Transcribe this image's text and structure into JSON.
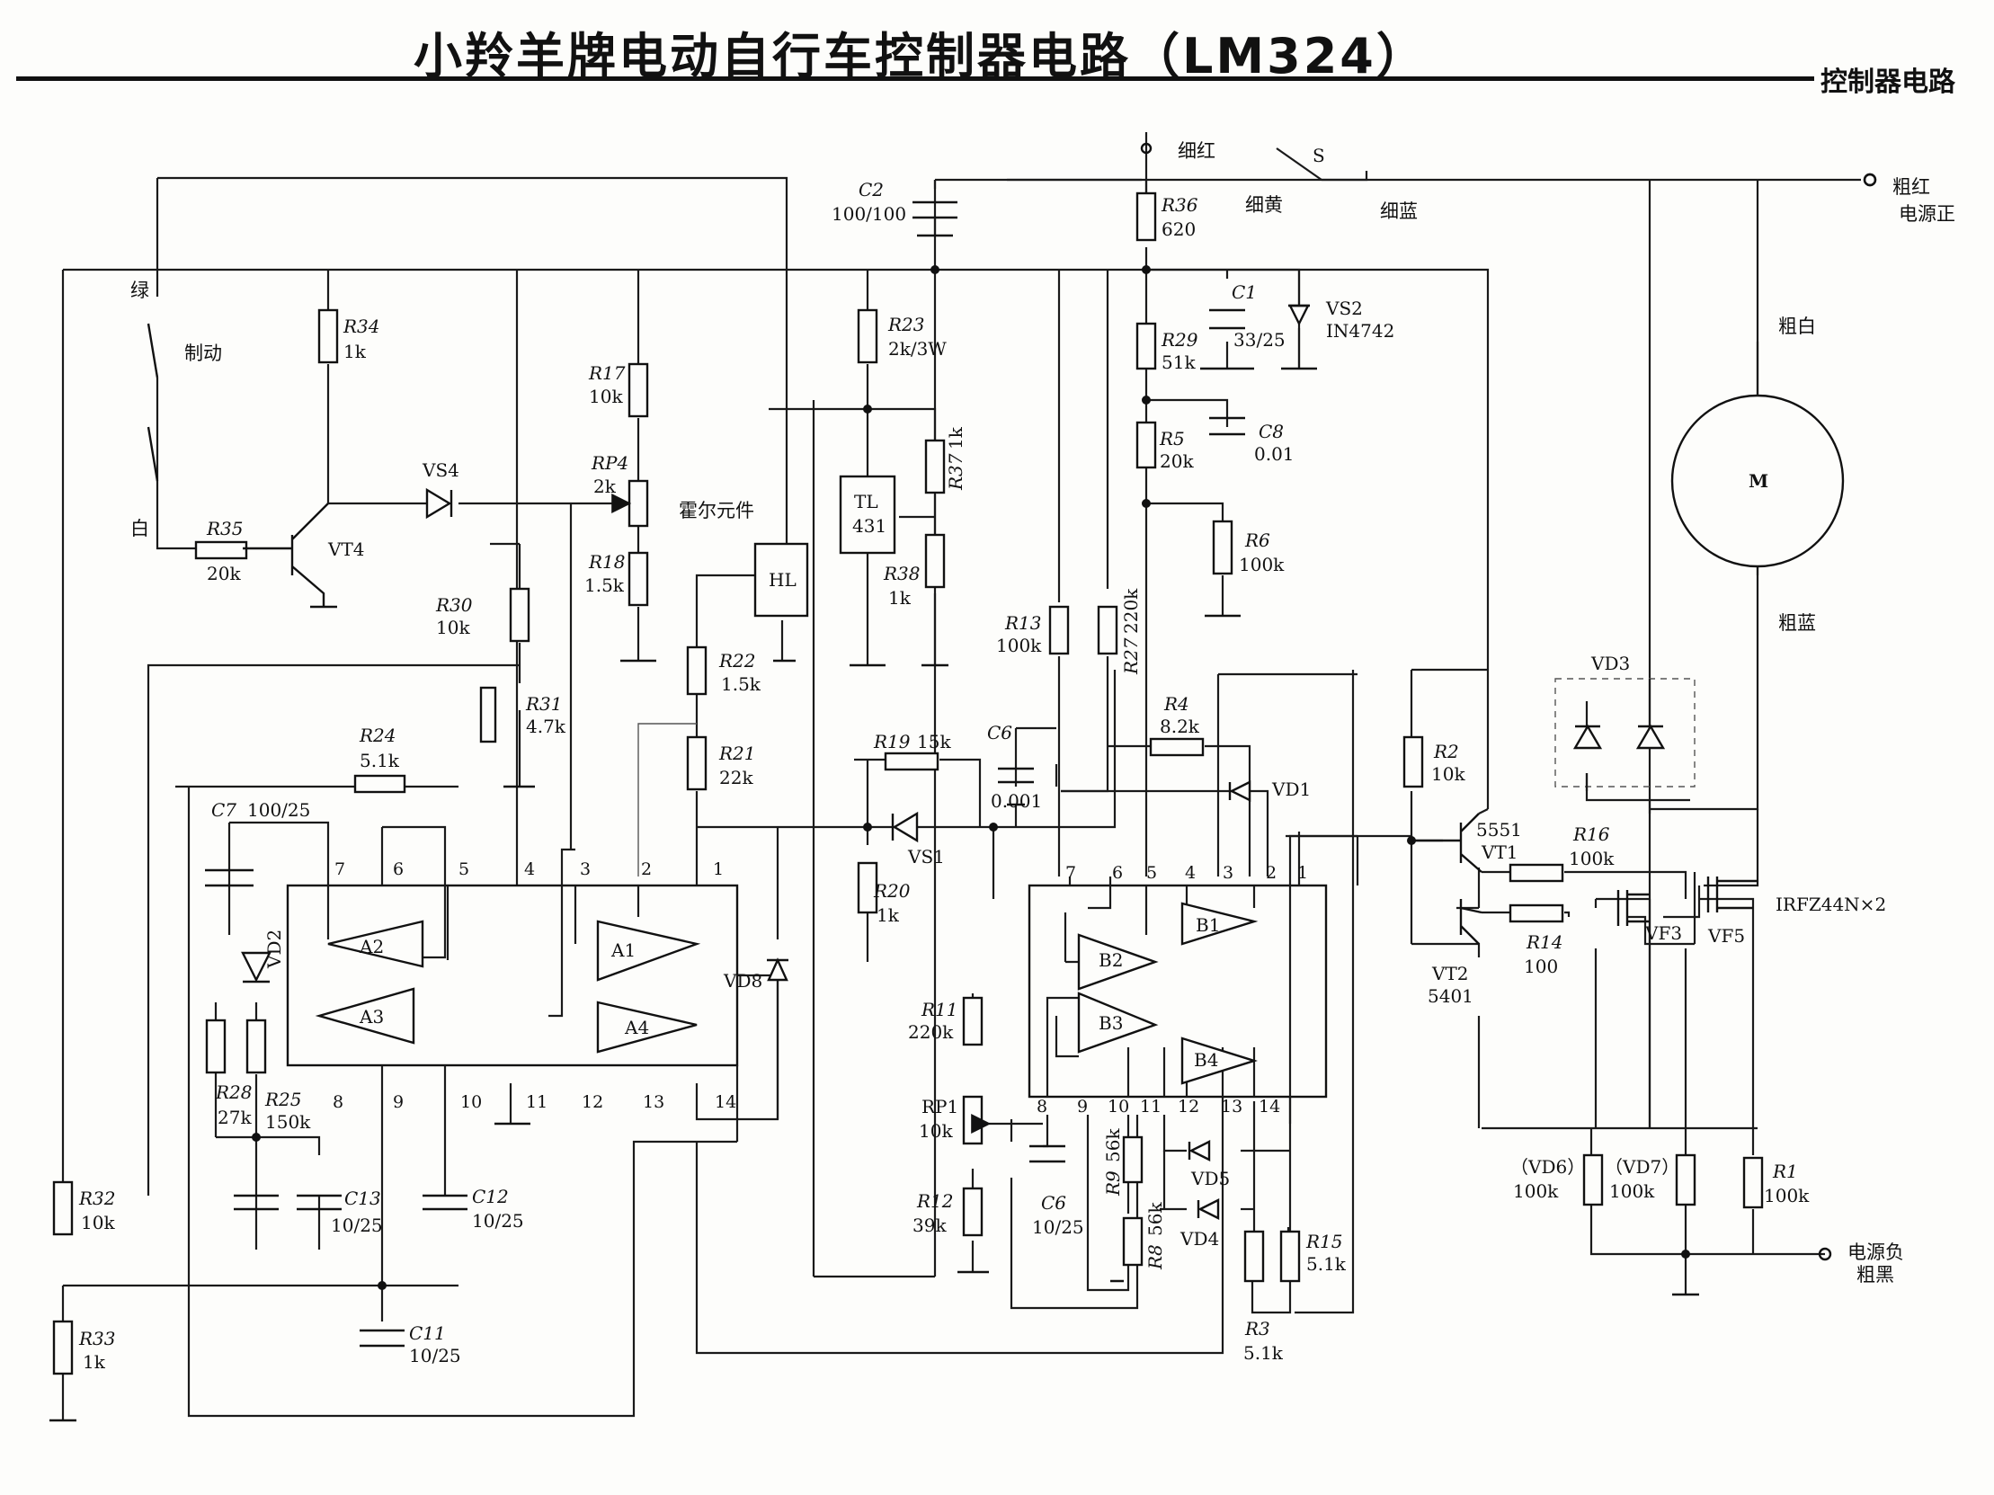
{
  "header": {
    "title": "小羚羊牌电动自行车控制器电路（LM324）",
    "section_tag": "控制器电路"
  },
  "wires": {
    "xihong": "细红",
    "xihuang": "细黄",
    "xilan": "细蓝",
    "switch_s": "S",
    "cuhong": "粗红",
    "power_pos": "电源正",
    "cubai": "粗白",
    "culan": "粗蓝",
    "power_neg": "电源负",
    "cuhei": "粗黑",
    "lv": "绿",
    "bai": "白",
    "brake": "制动",
    "hall_element": "霍尔元件"
  },
  "components": {
    "C2": {
      "ref": "C2",
      "val": "100/100"
    },
    "R36": {
      "ref": "R36",
      "val": "620"
    },
    "C1": {
      "ref": "C1",
      "val": "33/25"
    },
    "VS2": {
      "ref": "VS2",
      "val": "IN4742"
    },
    "R29": {
      "ref": "R29",
      "val": "51k"
    },
    "R5": {
      "ref": "R5",
      "val": "20k"
    },
    "C8": {
      "ref": "C8",
      "val": "0.01"
    },
    "R6": {
      "ref": "R6",
      "val": "100k"
    },
    "R34": {
      "ref": "R34",
      "val": "1k"
    },
    "R35": {
      "ref": "R35",
      "val": "20k"
    },
    "VT4": {
      "ref": "VT4"
    },
    "VS4": {
      "ref": "VS4"
    },
    "R17": {
      "ref": "R17",
      "val": "10k"
    },
    "RP4": {
      "ref": "RP4",
      "val": "2k"
    },
    "R18": {
      "ref": "R18",
      "val": "1.5k"
    },
    "R23": {
      "ref": "R23",
      "val": "2k/3W"
    },
    "TL431": {
      "ref": "TL",
      "val": "431"
    },
    "R37": {
      "ref": "R37",
      "val": "1k"
    },
    "R38": {
      "ref": "R38",
      "val": "1k"
    },
    "HL": {
      "ref": "HL"
    },
    "R30": {
      "ref": "R30",
      "val": "10k"
    },
    "R31": {
      "ref": "R31",
      "val": "4.7k"
    },
    "R22": {
      "ref": "R22",
      "val": "1.5k"
    },
    "R21": {
      "ref": "R21",
      "val": "22k"
    },
    "R24": {
      "ref": "R24",
      "val": "5.1k"
    },
    "C7": {
      "ref": "C7",
      "val": "100/25"
    },
    "R19": {
      "ref": "R19",
      "val": "15k"
    },
    "VS1": {
      "ref": "VS1"
    },
    "R20": {
      "ref": "R20",
      "val": "1k"
    },
    "C6a": {
      "ref": "C6",
      "val": "0.001"
    },
    "R13": {
      "ref": "R13",
      "val": "100k"
    },
    "R27": {
      "ref": "R27",
      "val": "220k"
    },
    "R4": {
      "ref": "R4",
      "val": "8.2k"
    },
    "VD1": {
      "ref": "VD1"
    },
    "R2": {
      "ref": "R2",
      "val": "10k"
    },
    "VD3": {
      "ref": "VD3"
    },
    "VT1": {
      "ref": "VT1",
      "val": "5551"
    },
    "VT2": {
      "ref": "VT2",
      "val": "5401"
    },
    "R16": {
      "ref": "R16",
      "val": "100k"
    },
    "R14": {
      "ref": "R14",
      "val": "100"
    },
    "VF3": {
      "ref": "VF3"
    },
    "VF5": {
      "ref": "VF5"
    },
    "mosfet_note": "IRFZ44N×2",
    "VD2": {
      "ref": "VD2"
    },
    "VD8": {
      "ref": "VD8"
    },
    "R28": {
      "ref": "R28",
      "val": "27k"
    },
    "R25": {
      "ref": "R25",
      "val": "150k"
    },
    "C13": {
      "ref": "C13",
      "val": "10/25"
    },
    "C12": {
      "ref": "C12",
      "val": "10/25"
    },
    "C11": {
      "ref": "C11",
      "val": "10/25"
    },
    "R32": {
      "ref": "R32",
      "val": "10k"
    },
    "R33": {
      "ref": "R33",
      "val": "1k"
    },
    "R11": {
      "ref": "R11",
      "val": "220k"
    },
    "RP1": {
      "ref": "RP1",
      "val": "10k"
    },
    "R12": {
      "ref": "R12",
      "val": "39k"
    },
    "C6b": {
      "ref": "C6",
      "val": "10/25"
    },
    "R9": {
      "ref": "R9",
      "val": "56k"
    },
    "R8": {
      "ref": "R8",
      "val": "56k"
    },
    "VD5": {
      "ref": "VD5"
    },
    "VD4": {
      "ref": "VD4"
    },
    "R15": {
      "ref": "R15",
      "val": "5.1k"
    },
    "R3": {
      "ref": "R3",
      "val": "5.1k"
    },
    "VD6": {
      "ref": "（VD6）",
      "val": "100k"
    },
    "VD7": {
      "ref": "（VD7）",
      "val": "100k"
    },
    "R1": {
      "ref": "R1",
      "val": "100k"
    },
    "motor": {
      "ref": "M"
    }
  },
  "opamps": {
    "A1": "A1",
    "A2": "A2",
    "A3": "A3",
    "A4": "A4",
    "B1": "B1",
    "B2": "B2",
    "B3": "B3",
    "B4": "B4"
  },
  "ic_left_pins": [
    "7",
    "6",
    "5",
    "4",
    "3",
    "2",
    "1",
    "8",
    "9",
    "10",
    "11",
    "12",
    "13",
    "14"
  ],
  "ic_right_pins": [
    "7",
    "6",
    "5",
    "4",
    "3",
    "2",
    "1",
    "8",
    "9",
    "10",
    "11",
    "12",
    "13",
    "14"
  ]
}
